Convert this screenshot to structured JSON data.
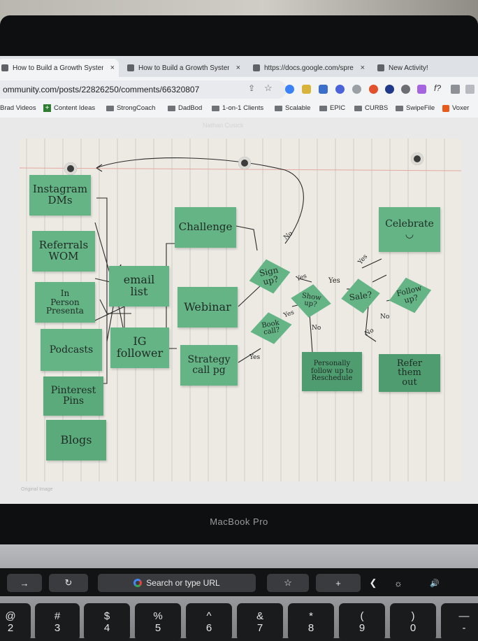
{
  "browser": {
    "tabs": [
      {
        "title": "How to Build a Growth System"
      },
      {
        "title": "How to Build a Growth System"
      },
      {
        "title": "https://docs.google.com/sprea"
      },
      {
        "title": "New Activity!"
      }
    ],
    "close_glyph": "×",
    "url": "ommunity.com/posts/22826250/comments/66320807",
    "bookmarks": [
      {
        "label": "Brad Videos",
        "icon": "none"
      },
      {
        "label": "Content Ideas",
        "icon": "plus-icon"
      },
      {
        "label": "StrongCoach",
        "icon": "folder-icon"
      },
      {
        "label": "DadBod",
        "icon": "folder-icon"
      },
      {
        "label": "1-on-1 Clients",
        "icon": "folder-icon"
      },
      {
        "label": "Scalable",
        "icon": "folder-icon"
      },
      {
        "label": "EPIC",
        "icon": "folder-icon"
      },
      {
        "label": "CURBS",
        "icon": "folder-icon"
      },
      {
        "label": "SwipeFile",
        "icon": "folder-icon"
      },
      {
        "label": "Voxer",
        "icon": "voxer-icon"
      }
    ],
    "extension_text": "f?"
  },
  "page": {
    "ghost_title": "Nathan Cusick",
    "image_caption": "Original Image",
    "notes": {
      "instagram": "Instagram\nDMs",
      "referrals": "Referrals\nWOM",
      "in_person": "In\nPerson\nPresenta",
      "podcasts": "Podcasts",
      "pinterest": "Pinterest\nPins",
      "blogs": "Blogs",
      "email_list": "email\nlist",
      "ig_follower": "IG\nfollower",
      "challenge": "Challenge",
      "webinar": "Webinar",
      "strategy_call": "Strategy\ncall pg",
      "sign_up": "Sign\nup?",
      "book_call": "Book\ncall?",
      "show_up": "Show\nup?",
      "sale": "Sale?",
      "follow_up": "Follow\nup?",
      "celebrate": "Celebrate",
      "celebrate_face": "◡",
      "personally_follow_up": "Personally\nfollow up to\nReschedule",
      "refer_out": "Refer\nthem\nout"
    },
    "arrow_labels": {
      "no_signup": "No",
      "yes_signup": "Yes",
      "yes_book": "Yes",
      "yes_strategy": "Yes",
      "yes_show": "Yes",
      "no_show": "No",
      "yes_sale": "Yes",
      "no_sale": "No",
      "no_follow": "No"
    }
  },
  "laptop": {
    "brand": "MacBook Pro",
    "touchbar": {
      "arrow": "→",
      "refresh": "↻",
      "search_label": "Search or type URL",
      "star": "☆",
      "plus": "+",
      "chevron": "❮",
      "brightness": "☼",
      "volume": "🔊"
    },
    "keys": [
      {
        "top": "@",
        "bottom": "2"
      },
      {
        "top": "#",
        "bottom": "3"
      },
      {
        "top": "$",
        "bottom": "4"
      },
      {
        "top": "%",
        "bottom": "5"
      },
      {
        "top": "^",
        "bottom": "6"
      },
      {
        "top": "&",
        "bottom": "7"
      },
      {
        "top": "*",
        "bottom": "8"
      },
      {
        "top": "(",
        "bottom": "9"
      },
      {
        "top": ")",
        "bottom": "0"
      },
      {
        "top": "—",
        "bottom": "-"
      }
    ]
  }
}
